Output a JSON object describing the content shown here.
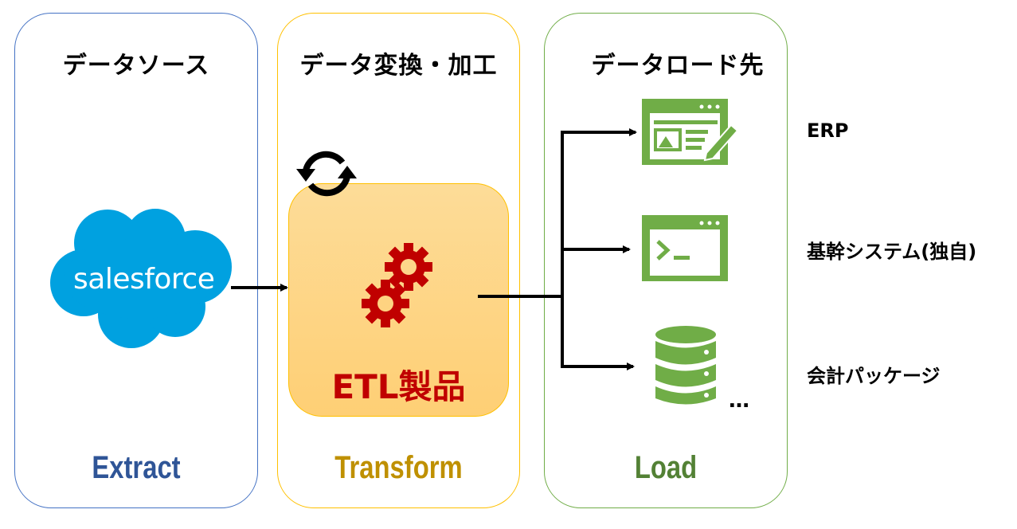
{
  "colors": {
    "extract": "#2f5597",
    "transform": "#bf9000",
    "load": "#538135",
    "extract_border": "#4472c4",
    "transform_border": "#ffc000",
    "load_border": "#70ad47",
    "etl_text": "#c00000",
    "salesforce_blue": "#00a1e0",
    "icon_green": "#70ad47"
  },
  "panels": [
    {
      "title": "データソース",
      "footer": "Extract"
    },
    {
      "title": "データ変換・加工",
      "footer": "Transform"
    },
    {
      "title": "データロード先",
      "footer": "Load"
    }
  ],
  "source": {
    "logo_text": "salesforce",
    "icon": "salesforce-cloud-logo"
  },
  "etl": {
    "label": "ETL製品",
    "icons": [
      "refresh-icon",
      "gears-icon"
    ]
  },
  "destinations": [
    {
      "label": "ERP",
      "icon": "web-editor-icon"
    },
    {
      "label": "基幹システム(独自)",
      "icon": "terminal-window-icon"
    },
    {
      "label": "会計パッケージ",
      "icon": "database-icon"
    }
  ],
  "more_indicator": "…"
}
